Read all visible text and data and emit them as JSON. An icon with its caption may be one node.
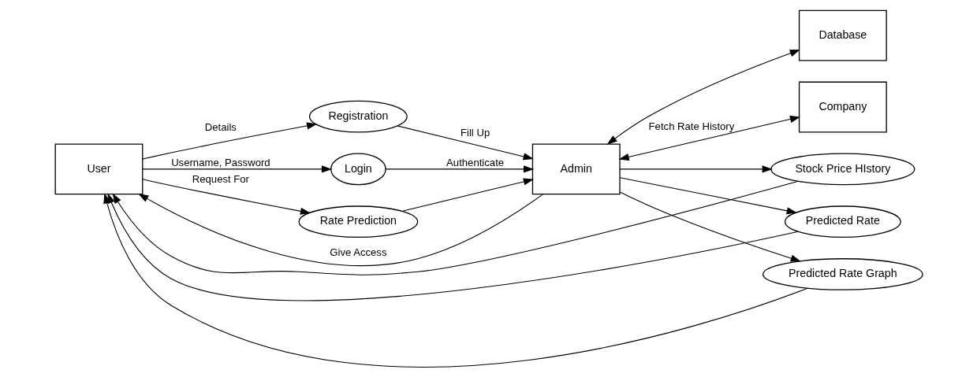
{
  "diagram": {
    "nodes": [
      {
        "text": [
          "User"
        ]
      },
      {
        "text": [
          "Registration"
        ]
      },
      {
        "text": [
          "Admin"
        ]
      },
      {
        "text": [
          "Login"
        ]
      },
      {
        "text": [
          "Rate Prediction"
        ]
      },
      {
        "text": [
          "Database"
        ]
      },
      {
        "text": [
          "Company"
        ]
      },
      {
        "text": [
          "Stock Price HIstory"
        ]
      },
      {
        "text": [
          "Predicted Rate"
        ]
      },
      {
        "text": [
          "Predicted Rate Graph"
        ]
      }
    ],
    "edges": [
      {
        "from": 0,
        "to": 1,
        "arrow": "to",
        "label": "Details"
      },
      {
        "from": 1,
        "to": 2,
        "arrow": "to",
        "label": "Fill Up"
      },
      {
        "from": 2,
        "to": 0,
        "arrow": "to",
        "label": "Give Access"
      },
      {
        "from": 0,
        "to": 3,
        "arrow": "to",
        "label": "Username, Password"
      },
      {
        "from": 3,
        "to": 2,
        "arrow": "to",
        "label": "Authenticate"
      },
      {
        "from": 0,
        "to": 4,
        "arrow": "to",
        "label": "Request For"
      },
      {
        "from": 4,
        "to": 2,
        "arrow": "to"
      },
      {
        "from": 2,
        "to": 5,
        "arrow": "both"
      },
      {
        "from": 2,
        "to": 6,
        "arrow": "both",
        "label": "Fetch Rate History"
      },
      {
        "from": 2,
        "to": 7,
        "arrow": "to"
      },
      {
        "from": 2,
        "to": 8,
        "arrow": "to"
      },
      {
        "from": 2,
        "to": 9,
        "arrow": "to"
      },
      {
        "from": 7,
        "to": 0,
        "arrow": "to"
      },
      {
        "from": 8,
        "to": 0,
        "arrow": "to"
      },
      {
        "from": 9,
        "to": 0,
        "arrow": "to"
      }
    ]
  }
}
